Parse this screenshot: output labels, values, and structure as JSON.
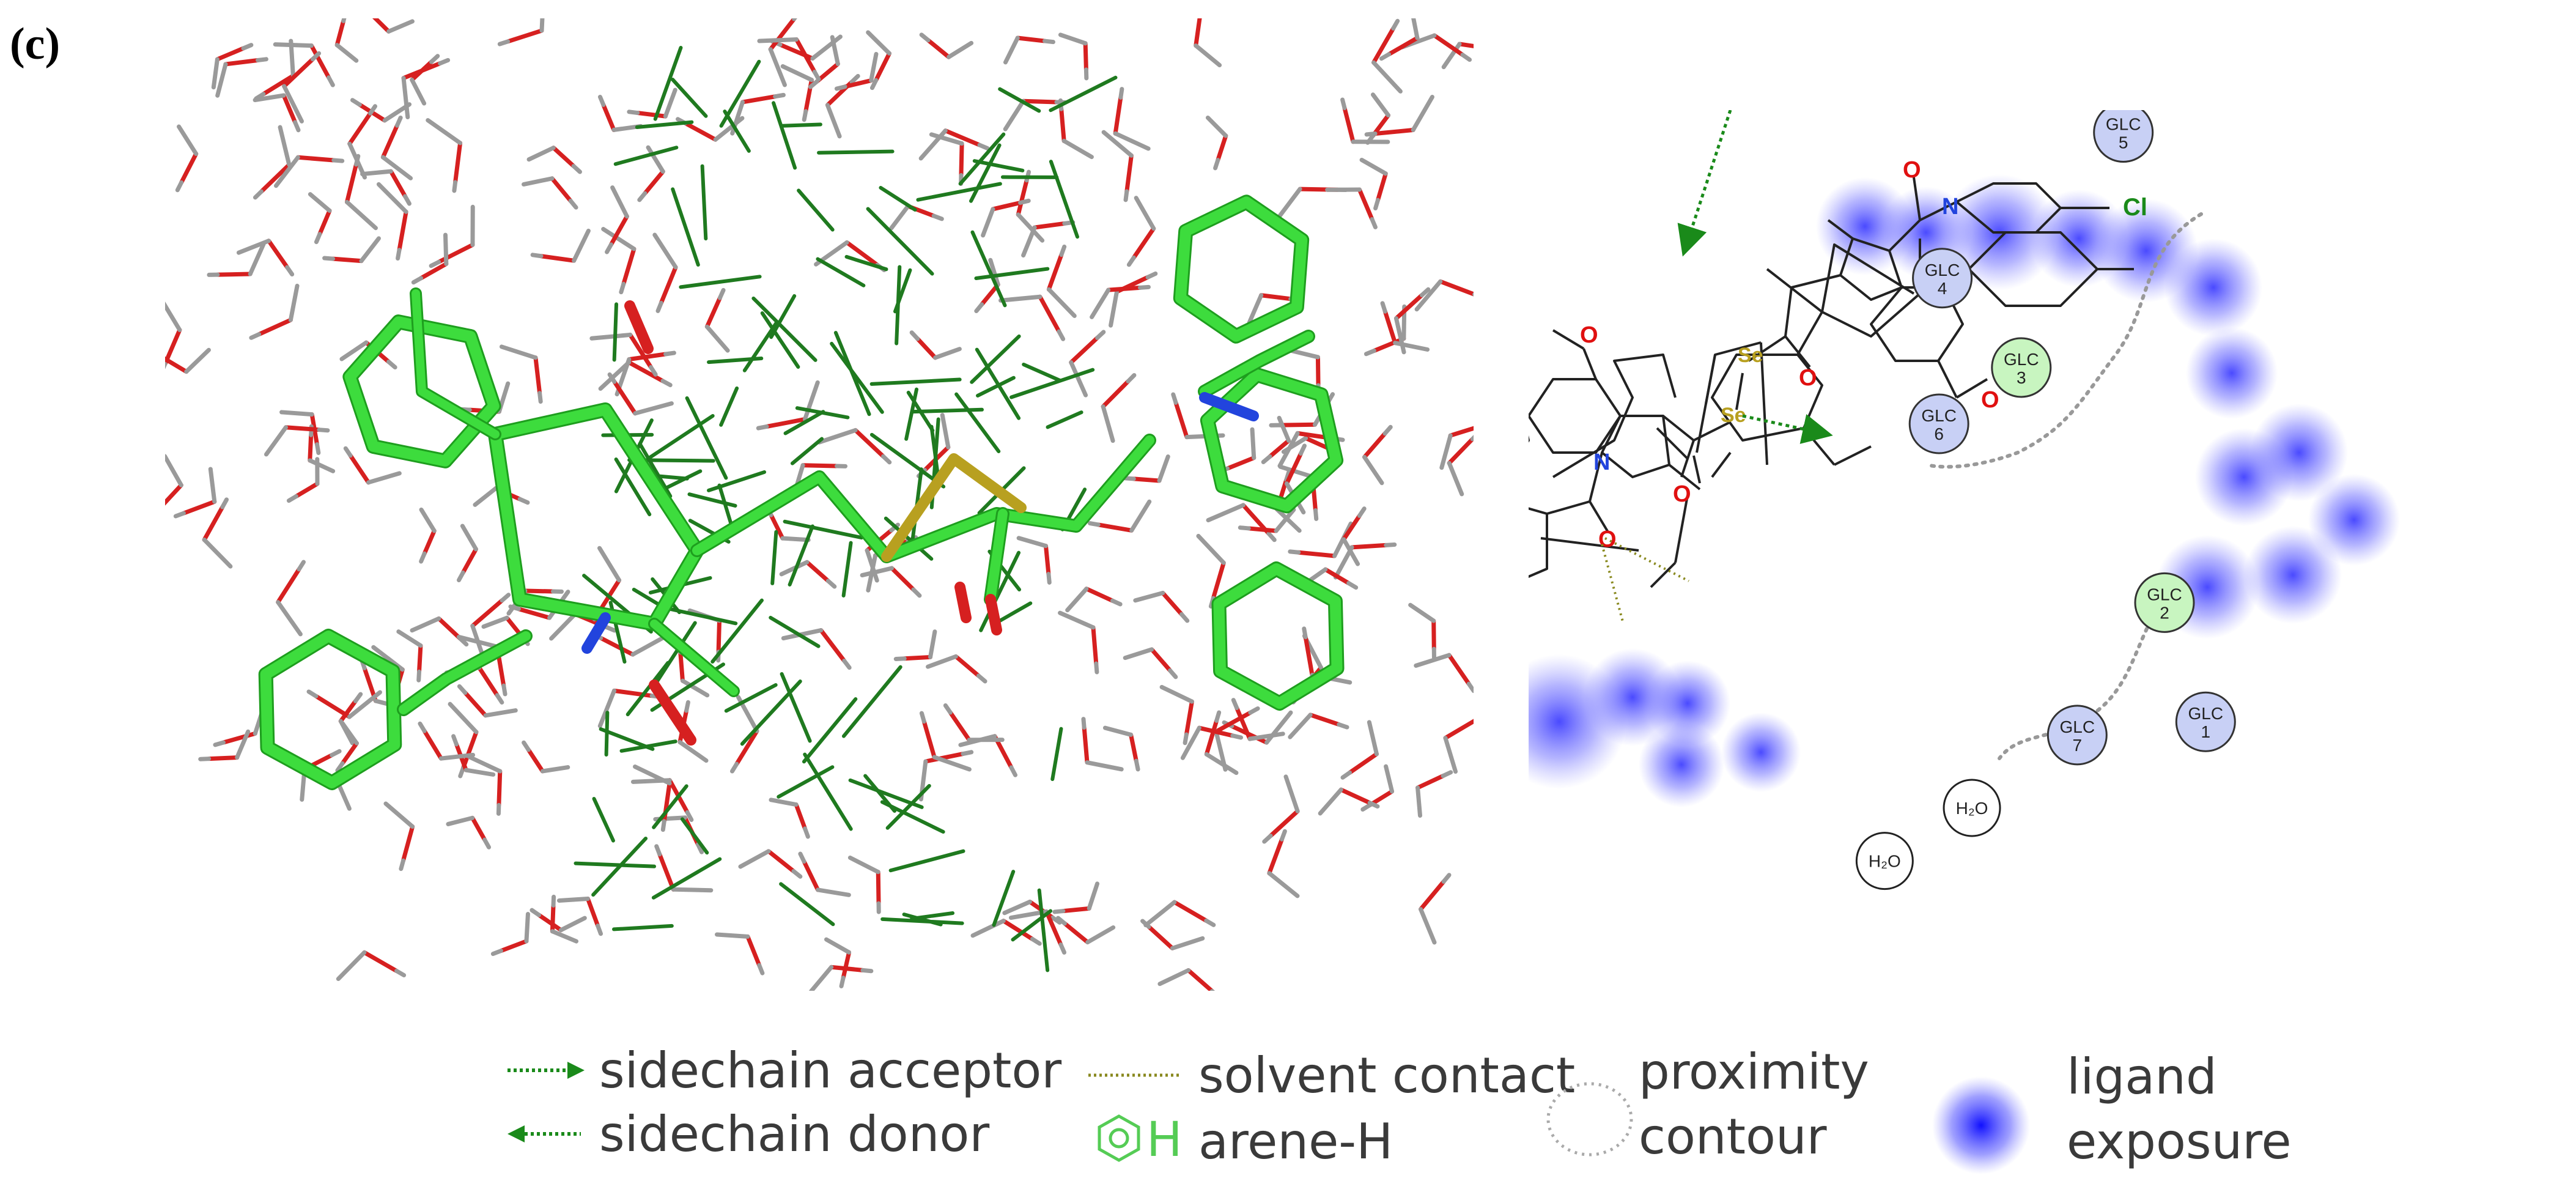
{
  "panel_label": "(c)",
  "diagram": {
    "residues": [
      {
        "name": "GLC",
        "num": "5",
        "type": "proximity"
      },
      {
        "name": "GLC",
        "num": "4",
        "type": "proximity"
      },
      {
        "name": "GLC",
        "num": "3",
        "type": "acceptor"
      },
      {
        "name": "GLC",
        "num": "6",
        "type": "proximity"
      },
      {
        "name": "GLC",
        "num": "2",
        "type": "acceptor"
      },
      {
        "name": "GLC",
        "num": "7",
        "type": "proximity"
      },
      {
        "name": "GLC",
        "num": "1",
        "type": "proximity"
      }
    ],
    "solvents": [
      {
        "label": "H₂O"
      },
      {
        "label": "H₂O"
      }
    ],
    "atoms": {
      "cl": "Cl",
      "se": "Se",
      "n": "N",
      "o": "O"
    }
  },
  "legend": {
    "items": [
      {
        "label": "sidechain acceptor"
      },
      {
        "label": "sidechain donor"
      },
      {
        "label": "solvent contact"
      },
      {
        "label": "arene-H",
        "symbol_text": "H"
      },
      {
        "label_line1": "proximity",
        "label_line2": "contour"
      },
      {
        "label_line1": "ligand",
        "label_line2": "exposure"
      }
    ]
  },
  "colors": {
    "ligand_green": "#3ddc3d",
    "host_green": "#1f7a1f",
    "water_red": "#d62020",
    "hydrogen_gray": "#9a9a9a",
    "selenium": "#b8a020",
    "nitrogen": "#2244dd",
    "exposure_blue": "#3a3aff",
    "glc_proximity": "#c8d0f5",
    "glc_acceptor": "#c8f5c0",
    "acceptor_arrow": "#1a8a1a",
    "solvent_line": "#8a8a20",
    "contour_gray": "#999999"
  }
}
